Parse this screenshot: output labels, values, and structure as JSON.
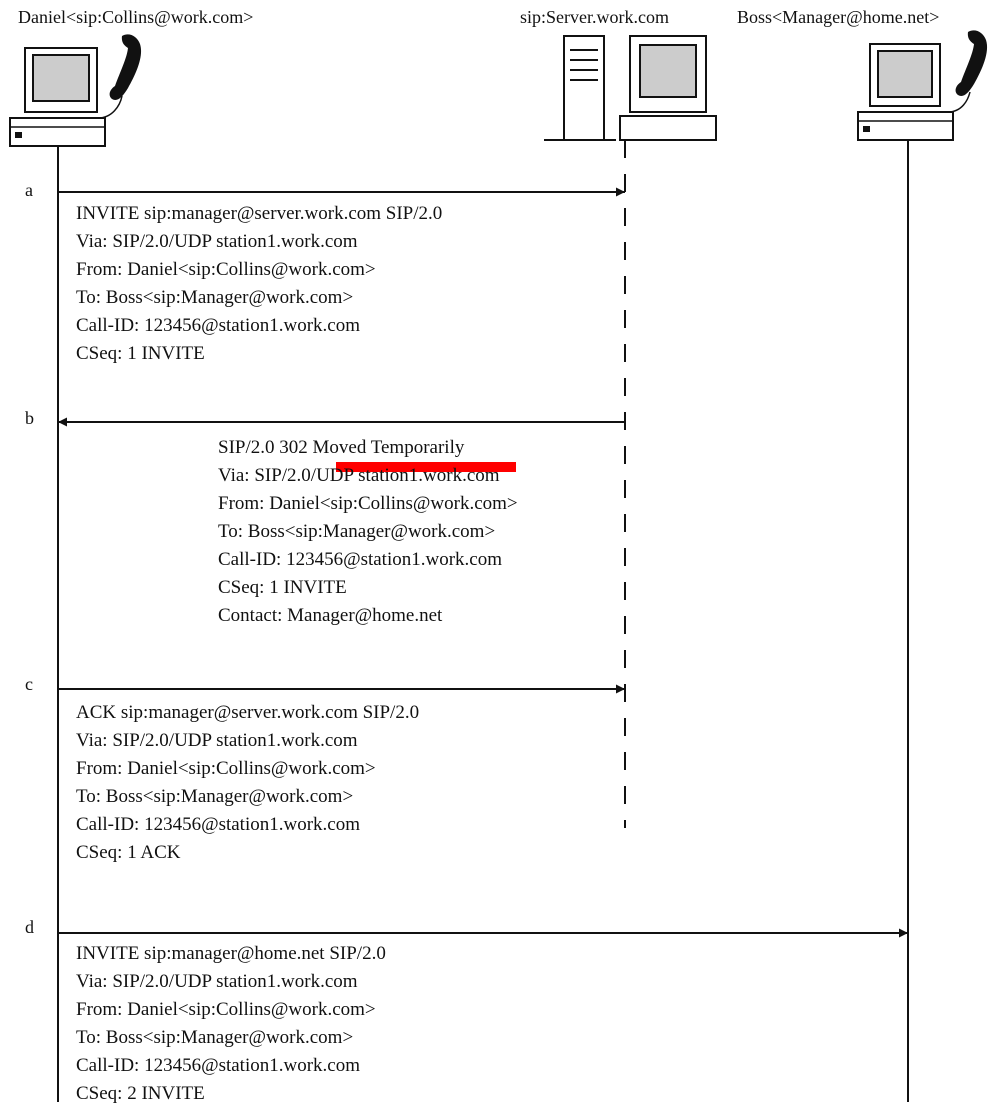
{
  "participants": {
    "caller": "Daniel<sip:Collins@work.com>",
    "server": "sip:Server.work.com",
    "callee": "Boss<Manager@home.net>"
  },
  "steps": [
    {
      "label": "a",
      "direction": "caller-to-server",
      "lines": [
        "INVITE sip:manager@server.work.com SIP/2.0",
        "Via: SIP/2.0/UDP station1.work.com",
        "From: Daniel<sip:Collins@work.com>",
        "To: Boss<sip:Manager@work.com>",
        "Call-ID: 123456@station1.work.com",
        "CSeq: 1 INVITE"
      ]
    },
    {
      "label": "b",
      "direction": "server-to-caller",
      "lines": [
        "SIP/2.0 302 Moved Temporarily",
        "Via: SIP/2.0/UDP station1.work.com",
        "From: Daniel<sip:Collins@work.com>",
        "To: Boss<sip:Manager@work.com>",
        "Call-ID: 123456@station1.work.com",
        "CSeq: 1 INVITE",
        "Contact: Manager@home.net"
      ]
    },
    {
      "label": "c",
      "direction": "caller-to-server",
      "lines": [
        "ACK sip:manager@server.work.com SIP/2.0",
        "Via: SIP/2.0/UDP station1.work.com",
        "From: Daniel<sip:Collins@work.com>",
        "To: Boss<sip:Manager@work.com>",
        "Call-ID: 123456@station1.work.com",
        "CSeq: 1 ACK"
      ]
    },
    {
      "label": "d",
      "direction": "caller-to-callee",
      "lines": [
        "INVITE sip:manager@home.net SIP/2.0",
        "Via: SIP/2.0/UDP station1.work.com",
        "From: Daniel<sip:Collins@work.com>",
        "To: Boss<sip:Manager@work.com>",
        "Call-ID: 123456@station1.work.com",
        "CSeq: 2 INVITE"
      ]
    }
  ],
  "colors": {
    "line": "#111111",
    "highlight": "#ff0000",
    "screen": "#cccccc"
  },
  "icons": {
    "caller": "computer-with-phone-icon",
    "server": "server-tower-and-monitor-icon",
    "callee": "computer-with-phone-icon"
  }
}
